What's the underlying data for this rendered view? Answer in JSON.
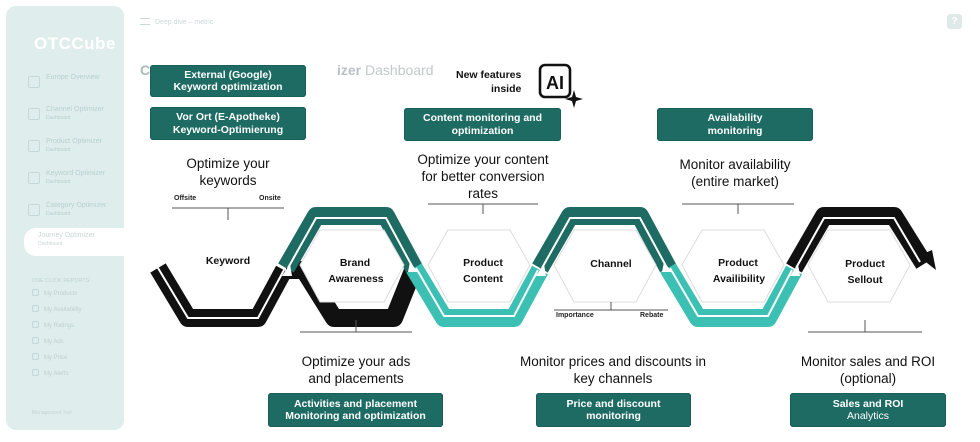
{
  "app": {
    "logo_text": "OTC",
    "logo_sub": "Cube",
    "topbar_title": "Deep dive – metric",
    "help_icon": "?",
    "dashboard_title_prefix": "C",
    "dashboard_title_bold": "izer",
    "dashboard_title_rest": "Dashboard"
  },
  "sidebar": {
    "items": [
      {
        "label": "Europe Overview",
        "sub": "",
        "icon": "chart-icon"
      },
      {
        "label": "Channel Optimizer",
        "sub": "Dashboard",
        "icon": "home-icon"
      },
      {
        "label": "Product Optimizer",
        "sub": "Dashboard",
        "icon": "grid-icon"
      },
      {
        "label": "Keyword Optimizer",
        "sub": "Dashboard",
        "icon": "chat-icon"
      },
      {
        "label": "Category Optimizer",
        "sub": "Dashboard",
        "icon": "layers-icon"
      },
      {
        "label": "Journey Optimizer",
        "sub": "Dashboard",
        "icon": ""
      }
    ],
    "quick_title": "ONE CLICK REPORTS",
    "quick_items": [
      "My Products",
      "My Availability",
      "My Ratings",
      "My Ads",
      "My Price",
      "My Alerts"
    ],
    "footer": "Management Tool"
  },
  "new_features": {
    "line1": "New features",
    "line2": "inside",
    "icon_text": "AI"
  },
  "boxes": {
    "keyword_ext_l1": "External (Google)",
    "keyword_ext_l2": "Keyword optimization",
    "keyword_vor_l1": "Vor Ort (E-Apotheke)",
    "keyword_vor_l2": "Keyword-Optimierung",
    "content_l1": "Content monitoring and",
    "content_l2": "optimization",
    "avail_l1": "Availability",
    "avail_l2": "monitoring",
    "ads_l1": "Activities and placement",
    "ads_l2": "Monitoring and optimization",
    "price_l1": "Price and discount",
    "price_l2": "monitoring",
    "sales_l1": "Sales and ROI",
    "sales_l2": "Analytics"
  },
  "descriptions": {
    "keywords_l1": "Optimize your",
    "keywords_l2": "keywords",
    "content_l1": "Optimize your content",
    "content_l2": "for better conversion",
    "content_l3": "rates",
    "avail_l1": "Monitor availability",
    "avail_l2": "(entire market)",
    "ads_l1": "Optimize your ads",
    "ads_l2": "and placements",
    "price_l1": "Monitor prices and discounts in",
    "price_l2": "key channels",
    "sales_l1": "Monitor sales and ROI",
    "sales_l2": "(optional)"
  },
  "scale_labels": {
    "offsite": "Offsite",
    "onsite": "Onsite",
    "importance": "Importance",
    "rebate": "Rebate"
  },
  "stages": [
    {
      "l1": "Keyword",
      "l2": ""
    },
    {
      "l1": "Brand",
      "l2": "Awareness"
    },
    {
      "l1": "Product",
      "l2": "Content"
    },
    {
      "l1": "Channel",
      "l2": ""
    },
    {
      "l1": "Product",
      "l2": "Availibility"
    },
    {
      "l1": "Product",
      "l2": "Sellout"
    }
  ],
  "colors": {
    "dark_teal": "#1d6b63",
    "bright_teal": "#3cc0b4",
    "black": "#111111"
  }
}
